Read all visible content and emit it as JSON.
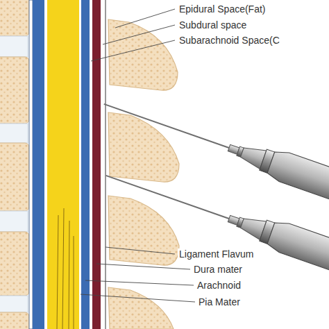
{
  "diagram": {
    "labels": [
      "Epidural Space(Fat)",
      "Subdural space",
      "Subarachnoid Space(C",
      "Ligament Flavum",
      "Dura mater",
      "Arachnoid",
      "Pia Mater"
    ]
  }
}
